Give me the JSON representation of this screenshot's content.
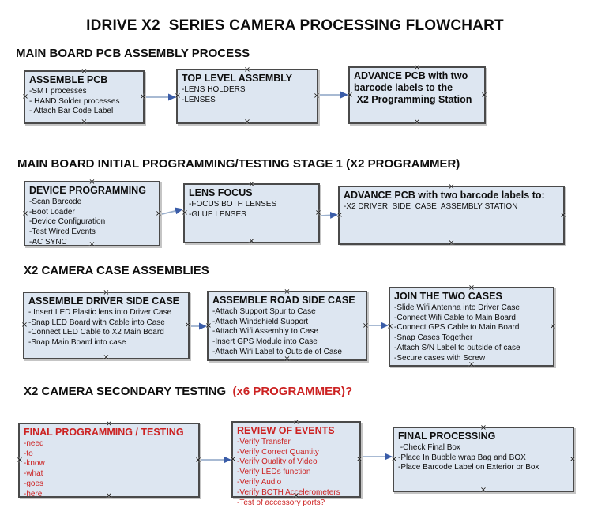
{
  "title": "IDRIVE X2  SERIES CAMERA PROCESSING FLOWCHART",
  "colors": {
    "box_fill": "#dde6f1",
    "box_border": "#4a4a4a",
    "arrow_line": "#9bb0cd",
    "arrow_head": "#3a5ca8",
    "red_text": "#cc2222"
  },
  "sections": [
    {
      "heading": "MAIN BOARD PCB ASSEMBLY PROCESS",
      "heading_red": "",
      "boxes": [
        {
          "title": "ASSEMBLE PCB",
          "items": [
            "-SMT processes",
            "- HAND Solder processes",
            "- Attach Bar Code Label"
          ]
        },
        {
          "title": "TOP LEVEL ASSEMBLY",
          "items": [
            "-LENS HOLDERS",
            "-LENSES"
          ]
        },
        {
          "title": "ADVANCE PCB with two barcode labels to the\n X2 Programming Station",
          "items": []
        }
      ]
    },
    {
      "heading": "MAIN BOARD INITIAL PROGRAMMING/TESTING STAGE 1 (X2 PROGRAMMER)",
      "heading_red": "",
      "boxes": [
        {
          "title": "DEVICE PROGRAMMING",
          "items": [
            "-Scan Barcode",
            "-Boot Loader",
            "-Device Configuration",
            "-Test Wired Events",
            "-AC SYNC"
          ]
        },
        {
          "title": "LENS FOCUS",
          "items": [
            "-FOCUS BOTH LENSES",
            "-GLUE LENSES"
          ]
        },
        {
          "title": "ADVANCE PCB with two barcode labels to:",
          "items": [
            "-X2 DRIVER  SIDE  CASE  ASSEMBLY STATION"
          ]
        }
      ]
    },
    {
      "heading": "X2 CAMERA CASE ASSEMBLIES",
      "heading_red": "",
      "boxes": [
        {
          "title": "ASSEMBLE DRIVER SIDE CASE",
          "items": [
            "- Insert LED Plastic lens into Driver Case",
            "-Snap LED Board with Cable into Case",
            "-Connect LED Cable to X2 Main Board",
            "-Snap Main Board into case"
          ]
        },
        {
          "title": "ASSEMBLE ROAD SIDE CASE",
          "items": [
            "-Attach Support Spur to Case",
            "-Attach Windshield Support",
            "-Attach Wifi Assembly to Case",
            "-Insert GPS Module into Case",
            "-Attach Wifi Label to Outside of Case"
          ]
        },
        {
          "title": "JOIN THE TWO CASES",
          "items": [
            "-Slide Wifi Antenna into Driver Case",
            "-Connect Wifi Cable to Main Board",
            "-Connect GPS Cable to Main Board",
            "-Snap Cases Together",
            "-Attach S/N Label to outside of case",
            "-Secure cases with Screw"
          ]
        }
      ]
    },
    {
      "heading": "X2 CAMERA SECONDARY TESTING  ",
      "heading_red": "(x6 PROGRAMMER)?",
      "boxes": [
        {
          "title": "FINAL PROGRAMMING / TESTING",
          "items": [
            "-need",
            "-to",
            "-know",
            "-what",
            "-goes",
            "-here"
          ]
        },
        {
          "title": "REVIEW OF EVENTS",
          "items": [
            "-Verify Transfer",
            "-Verify Correct Quantity",
            "-Verify Quality of Video",
            "-Verify LEDs function",
            "-Verify Audio",
            "-Verify BOTH Accelerometers",
            "-Test of accessory ports?"
          ]
        },
        {
          "title": "FINAL PROCESSING",
          "items": [
            " -Check Final Box",
            "-Place In Bubble wrap Bag and BOX",
            "-Place Barcode Label on Exterior or Box"
          ]
        }
      ]
    }
  ]
}
